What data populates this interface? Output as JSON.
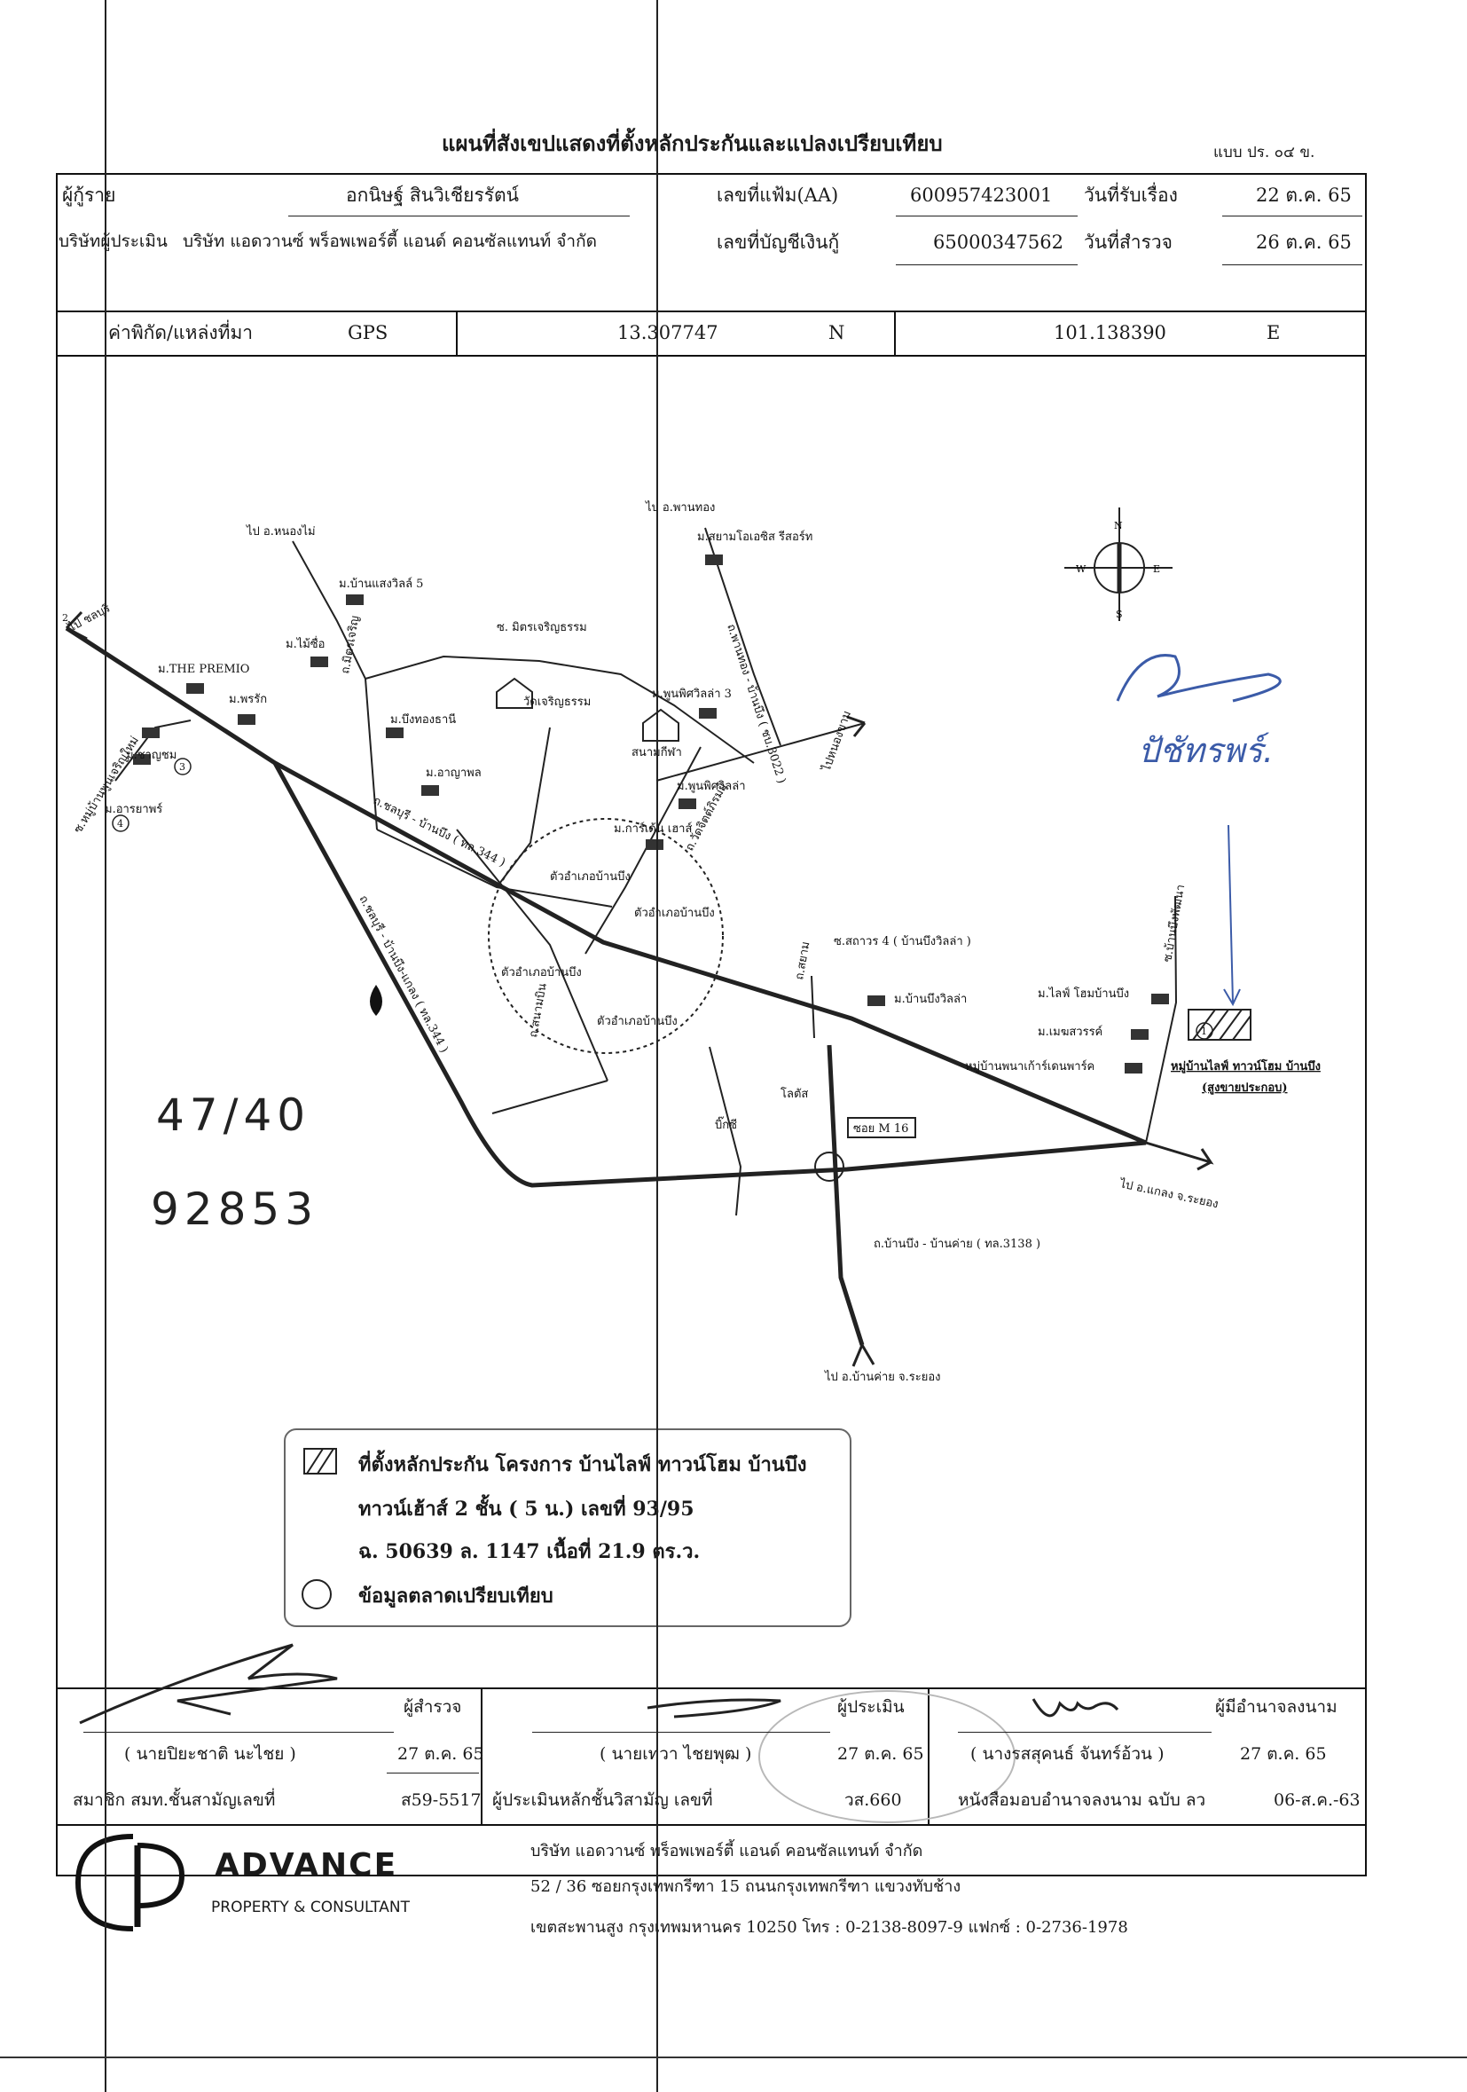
{
  "header": {
    "title": "แผนที่สังเขปแสดงที่ตั้งหลักประกันและแปลงเปรียบเทียบ",
    "form_code": "แบบ ปร. ๐๔ ข."
  },
  "info": {
    "borrower_label": "ผู้กู้ราย",
    "borrower_name": "อกนิษฐ์ สินวิเชียรรัตน์",
    "file_no_label": "เลขที่แฟ้ม(AA)",
    "file_no": "600957423001",
    "received_date_label": "วันที่รับเรื่อง",
    "received_date": "22 ต.ค. 65",
    "appraiser_company_label": "บริษัทผู้ประเมิน",
    "appraiser_company": "บริษัท แอดวานซ์ พร็อพเพอร์ตี้ แอนด์ คอนซัลแทนท์ จำกัด",
    "loan_account_label": "เลขที่บัญชีเงินกู้",
    "loan_account": "65000347562",
    "survey_date_label": "วันที่สำรวจ",
    "survey_date": "26 ต.ค. 65"
  },
  "coords": {
    "label": "ค่าพิกัด/แหล่งที่มา",
    "source": "GPS",
    "lat": "13.307747",
    "lat_dir": "N",
    "lon": "101.138390",
    "lon_dir": "E"
  },
  "map": {
    "compass": {
      "n": "N",
      "s": "S",
      "e": "E",
      "w": "W"
    },
    "labels": {
      "to_nong_mai": "ไป อ.หนองไม่",
      "to_phan_thong": "ไป อ.พานทอง",
      "to_chonburi": "ไป ชลบุรี",
      "to_nong_khaem": "ไปหนองขาม",
      "to_klaeng": "ไป อ.แกลง จ.ระยอง",
      "to_ban_khai": "ไป อ.บ้านค่าย จ.ระยอง",
      "road_chonburi_banbueng": "ถ.ชลบุรี - บ้านบึง ( ทล.344 )",
      "road_chonburi_klaeng": "ถ.ชลบุรี - บ้านบึง-แกลง ( ทล.344 )",
      "road_phanthong": "ถ.พานทอง - บ้านบึง ( ชบ.3022 )",
      "road_banbueng_bankhai": "ถ.บ้านบึง - บ้านค่าย ( ทล.3138 )",
      "road_jitcharoen": "ถ.มิตรเจริญ",
      "road_sanambin": "ถ.สนามบิน",
      "road_wat": "ถ.วัดจิตต์ภิรมย์",
      "road_sayam": "ถ.สยาม",
      "soi_sathorn": "ซ.สถาวร 4 ( บ้านบึงวิลล่า )",
      "soi_phithan": "ซ.บ้านบึงพัฒนา",
      "soi_wat_jit": "ซ. มิตรเจริญธรรม",
      "soi_phoo": "ซ.หมู่บ้านพูนเจริญใหม่",
      "v_saeng_villa": "ม.บ้านแสงวิลล์ 5",
      "v_siam_oasis": "ม.สยามโอเอซิส รีสอร์ท",
      "v_the_premio": "ม.THE PREMIO",
      "v_mai_sue": "ม.ไม้ซื่อ",
      "v_pornrak": "ม.พรรัก",
      "v_bueng_thong": "ม.บึงทองธานี",
      "v_phum_villa3": "ม.พูนพิศวิลล่า 3",
      "v_ananda": "ม.อาญาพล",
      "v_phum_villa": "ม.พูนพิศวิลล่า",
      "v_garden": "ม.การ์เด้น เฮาส์",
      "v_chai": "ม.ชาญชม",
      "v_ananda2": "ม.อารยาพร์",
      "v_banbueng_villa": "ม.บ้านบึงวิลล่า",
      "v_lifehome": "ม.ไลฟ์ โฮมบ้านบึง",
      "v_maesawan": "ม.เมฆสวรรค์",
      "v_green_park": "หมู่บ้านพนาเก้าร์เดนพาร์ค",
      "v_subject": "หมู่บ้านไลฟ์ ทาวน์โฮม บ้านบึง",
      "v_subject_sub": "(สูงขายประกอบ)",
      "temple": "วัดเจริญธรรม",
      "stadium": "สนามกีฬา",
      "bigc": "บิ๊กซี",
      "lotus": "โลตัส",
      "soi_m16": "ซอย M 16",
      "town_1": "ตัวอำเภอบ้านบึง",
      "town_2": "ตัวอำเภอบ้านบึง",
      "town_3": "ตัวอำเภอบ้านบึง",
      "town_4": "ตัวอำเภอบ้านบึง",
      "num_1": "1",
      "num_2": "2",
      "num_3": "3",
      "num_4": "4"
    }
  },
  "handwriting": {
    "note_1": "47/40",
    "note_2": "92853",
    "note_3": "ปัชัทรพร์."
  },
  "legend": {
    "line1": "ที่ตั้งหลักประกัน โครงการ บ้านไลฟ์ ทาวน์โฮม บ้านบึง",
    "line2": "ทาวน์เฮ้าส์ 2 ชั้น ( 5 น.) เลขที่ 93/95",
    "line3": "ฉ. 50639  ล. 1147  เนื้อที่ 21.9 ตร.ว.",
    "line4": "ข้อมูลตลาดเปรียบเทียบ"
  },
  "signatures": {
    "surveyor_role": "ผู้สำรวจ",
    "surveyor_name": "( นายปิยะชาติ นะไชย )",
    "surveyor_date": "27 ต.ค. 65",
    "member_label": "สมาชิก สมท.ชั้นสามัญเลขที่",
    "member_no": "ส59-5517",
    "appraiser_role": "ผู้ประเมิน",
    "appraiser_name": "( นายเทวา ไชยพุฒ )",
    "appraiser_date": "27 ต.ค. 65",
    "appraiser_license_label": "ผู้ประเมินหลักชั้นวิสามัญ  เลขที่",
    "appraiser_license": "วส.660",
    "authorized_role": "ผู้มีอำนาจลงนาม",
    "authorized_name": "( นางรสสุคนธ์ จันทร์อ้วน )",
    "authorized_date": "27 ต.ค. 65",
    "authorization_doc": "หนังสือมอบอำนาจลงนาม ฉบับ ลว",
    "authorization_date": "06-ส.ค.-63"
  },
  "footer": {
    "logo_name": "ADVANCE",
    "logo_sub": "PROPERTY & CONSULTANT",
    "company": "บริษัท แอดวานซ์ พร็อพเพอร์ตี้ แอนด์ คอนซัลแทนท์ จำกัด",
    "address1": "52 / 36 ซอยกรุงเทพกรีฑา 15 ถนนกรุงเทพกรีฑา แขวงทับช้าง",
    "address2": "เขตสะพานสูง กรุงเทพมหานคร 10250  โทร : 0-2138-8097-9   แฟกซ์ : 0-2736-1978"
  }
}
